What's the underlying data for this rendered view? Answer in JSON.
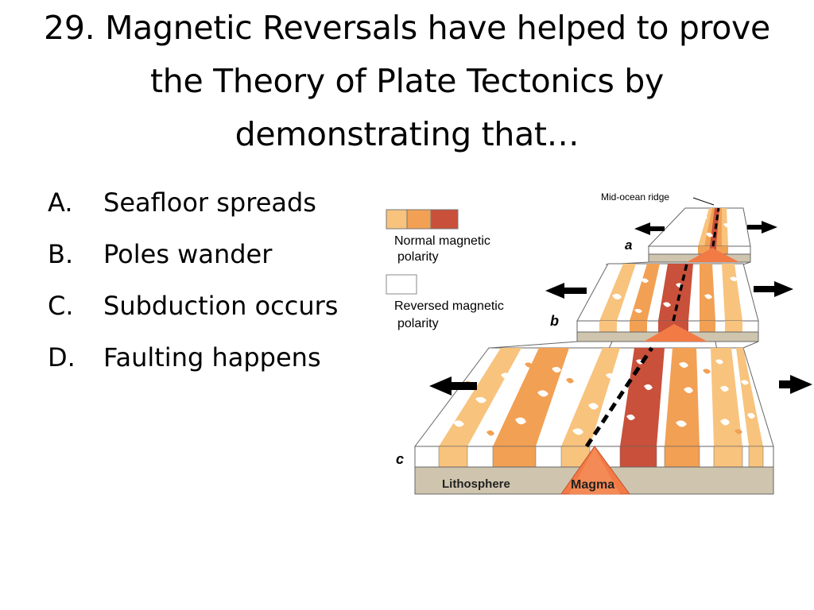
{
  "slide": {
    "title": "29. Magnetic Reversals have helped to prove the Theory of Plate Tectonics by demonstrating that…"
  },
  "answers": [
    {
      "letter": "A.",
      "text": "Seafloor spreads"
    },
    {
      "letter": "B.",
      "text": "Poles wander"
    },
    {
      "letter": "C.",
      "text": "Subduction occurs"
    },
    {
      "letter": "D.",
      "text": "Faulting happens"
    }
  ],
  "diagram": {
    "ridge_label": "Mid-ocean ridge",
    "legend_normal_line1": "Normal magnetic",
    "legend_normal_line2": "polarity",
    "legend_reversed_line1": "Reversed magnetic",
    "legend_reversed_line2": "polarity",
    "stage_a": "a",
    "stage_b": "b",
    "stage_c": "c",
    "lithosphere_label": "Lithosphere",
    "magma_label": "Magma",
    "colors": {
      "normal_light": "#f8c37d",
      "normal_mid": "#f2a054",
      "normal_dark": "#c9503a",
      "reversed": "#ffffff",
      "magma": "#f27a45",
      "lithosphere": "#cfc5ae"
    }
  }
}
